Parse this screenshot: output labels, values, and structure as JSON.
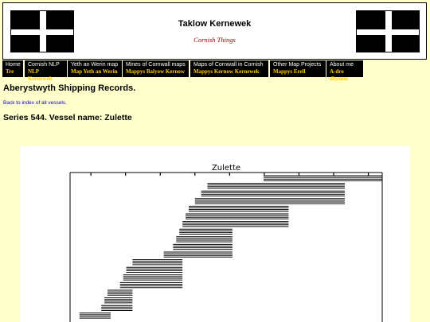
{
  "header": {
    "title": "Taklow Kernewek",
    "subtitle": "Cornish Things"
  },
  "nav": [
    {
      "en": "Home",
      "kw": "Tre"
    },
    {
      "en": "Cornish NLP",
      "kw": "NLP Kernewek"
    },
    {
      "en": "Yeth an Werin map",
      "kw": "Map Yeth an Werin"
    },
    {
      "en": "Mines of Cornwall maps",
      "kw": "Mappys Balyow Kernow"
    },
    {
      "en": "Maps of Cornwall in Cornish",
      "kw": "Mappys Kernow Kernewek"
    },
    {
      "en": "Other Map Projects",
      "kw": "Mappys Erell"
    },
    {
      "en": "About me",
      "kw": "A-dro dhymm"
    }
  ],
  "page": {
    "heading": "Aberystwyth Shipping Records.",
    "back_link": "Back to index of all vessels.",
    "series_heading": "Series 544. Vessel name: Zulette"
  },
  "colors": {
    "background": "#ffffcc",
    "nav_bg": "#000000",
    "nav_en": "#ffffff",
    "nav_kw": "#ffcc00",
    "subtitle": "#a00000",
    "link": "#0000cc"
  },
  "chart_data": {
    "type": "gantt",
    "title": "Zulette",
    "xlabel": "",
    "ylabel": "",
    "x_tick_count": 9,
    "grid": false,
    "segments": [
      {
        "y": 0,
        "x": [
          0.62,
          1.0
        ]
      },
      {
        "y": 1,
        "x": [
          0.44,
          0.88
        ]
      },
      {
        "y": 2,
        "x": [
          0.42,
          0.88
        ]
      },
      {
        "y": 3,
        "x": [
          0.4,
          0.88
        ]
      },
      {
        "y": 4,
        "x": [
          0.38,
          0.7
        ]
      },
      {
        "y": 5,
        "x": [
          0.37,
          0.7
        ]
      },
      {
        "y": 6,
        "x": [
          0.36,
          0.7
        ]
      },
      {
        "y": 7,
        "x": [
          0.35,
          0.52
        ]
      },
      {
        "y": 8,
        "x": [
          0.34,
          0.52
        ]
      },
      {
        "y": 9,
        "x": [
          0.33,
          0.52
        ]
      },
      {
        "y": 10,
        "x": [
          0.3,
          0.52
        ]
      },
      {
        "y": 11,
        "x": [
          0.2,
          0.36
        ]
      },
      {
        "y": 12,
        "x": [
          0.18,
          0.36
        ]
      },
      {
        "y": 13,
        "x": [
          0.17,
          0.36
        ]
      },
      {
        "y": 14,
        "x": [
          0.16,
          0.36
        ]
      },
      {
        "y": 15,
        "x": [
          0.12,
          0.2
        ]
      },
      {
        "y": 16,
        "x": [
          0.11,
          0.2
        ]
      },
      {
        "y": 17,
        "x": [
          0.1,
          0.2
        ]
      },
      {
        "y": 18,
        "x": [
          0.03,
          0.13
        ]
      }
    ]
  }
}
